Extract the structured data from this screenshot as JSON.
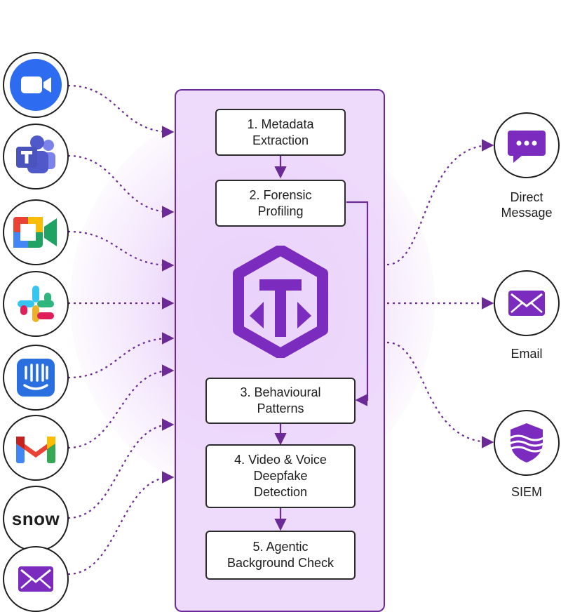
{
  "steps": [
    {
      "label": "1. Metadata\nExtraction"
    },
    {
      "label": "2. Forensic\nProfiling"
    },
    {
      "label": "3. Behavioural\nPatterns"
    },
    {
      "label": "4. Video & Voice\nDeepfake\nDetection"
    },
    {
      "label": "5. Agentic\nBackground Check"
    }
  ],
  "sources": [
    {
      "icon": "zoom-icon"
    },
    {
      "icon": "microsoft-teams-icon"
    },
    {
      "icon": "google-meet-icon"
    },
    {
      "icon": "slack-icon"
    },
    {
      "icon": "intercom-icon"
    },
    {
      "icon": "gmail-icon"
    },
    {
      "icon": "servicenow-icon",
      "text": "snow"
    },
    {
      "icon": "email-envelope-icon"
    }
  ],
  "outputs": [
    {
      "icon": "chat-bubble-icon",
      "label": "Direct\nMessage"
    },
    {
      "icon": "envelope-icon",
      "label": "Email"
    },
    {
      "icon": "shield-icon",
      "label": "SIEM"
    }
  ],
  "center_logo": {
    "icon": "hexagon-t-logo"
  },
  "colors": {
    "accent": "#7b2cbf",
    "panel": "#ecd6fa",
    "border": "#6a2a9a",
    "connector": "#6b2a95"
  }
}
